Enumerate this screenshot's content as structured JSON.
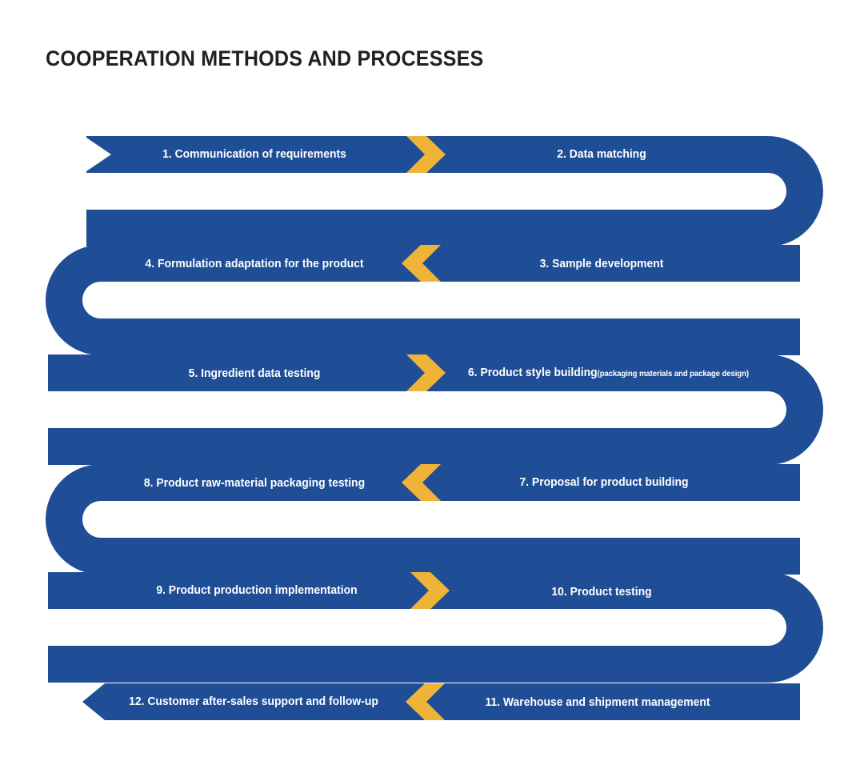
{
  "page": {
    "title": "COOPERATION METHODS AND PROCESSES",
    "background_color": "#FFFFFF"
  },
  "theme": {
    "band_color": "#1F4E96",
    "chevron_color": "#EFB437",
    "label_color": "#FFFFFF",
    "title_color": "#231F20"
  },
  "diagram": {
    "type": "serpentine-process-flow",
    "row_count": 6,
    "step_count": 12,
    "start_marker": "ribbon-notch",
    "end_marker": "arrowhead-left",
    "steps": [
      {
        "number": "1.",
        "text": "1. Communication of requirements",
        "sub": "",
        "row": 1,
        "direction": "right"
      },
      {
        "number": "2.",
        "text": "2. Data matching",
        "sub": "",
        "row": 1,
        "direction": "right"
      },
      {
        "number": "3.",
        "text": "3. Sample development",
        "sub": "",
        "row": 2,
        "direction": "left"
      },
      {
        "number": "4.",
        "text": "4. Formulation adaptation for the product",
        "sub": "",
        "row": 2,
        "direction": "left"
      },
      {
        "number": "5.",
        "text": "5. Ingredient data testing",
        "sub": "",
        "row": 3,
        "direction": "right"
      },
      {
        "number": "6.",
        "text": "6. Product style building",
        "sub": "(packaging materials and package design)",
        "row": 3,
        "direction": "right"
      },
      {
        "number": "7.",
        "text": "7. Proposal for product  building",
        "sub": "",
        "row": 4,
        "direction": "left"
      },
      {
        "number": "8.",
        "text": "8. Product raw-material packaging testing",
        "sub": "",
        "row": 4,
        "direction": "left"
      },
      {
        "number": "9.",
        "text": "9. Product production implementation",
        "sub": "",
        "row": 5,
        "direction": "right"
      },
      {
        "number": "10.",
        "text": "10. Product testing",
        "sub": "",
        "row": 5,
        "direction": "right"
      },
      {
        "number": "11.",
        "text": "11. Warehouse and shipment management",
        "sub": "",
        "row": 6,
        "direction": "left"
      },
      {
        "number": "12.",
        "text": "12. Customer after-sales support and follow-up",
        "sub": "",
        "row": 6,
        "direction": "left"
      }
    ],
    "chevrons": [
      {
        "row": 1,
        "points": "right"
      },
      {
        "row": 2,
        "points": "left"
      },
      {
        "row": 3,
        "points": "right"
      },
      {
        "row": 4,
        "points": "left"
      },
      {
        "row": 5,
        "points": "right"
      },
      {
        "row": 6,
        "points": "left"
      }
    ]
  }
}
